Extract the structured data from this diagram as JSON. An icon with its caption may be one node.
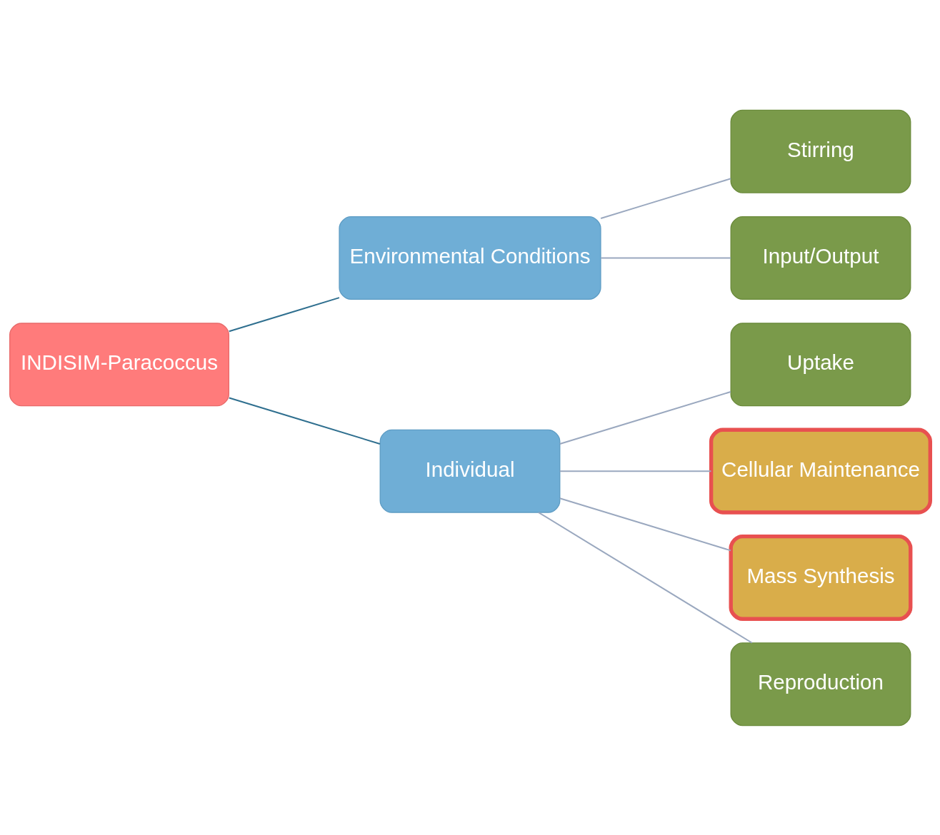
{
  "diagram": {
    "nodes": [
      {
        "text": [
          "INDISIM-Paracoccus"
        ]
      },
      {
        "text": [
          "Environmental Conditions"
        ]
      },
      {
        "text": [
          "Individual"
        ]
      },
      {
        "text": [
          "Stirring"
        ]
      },
      {
        "text": [
          "Input/Output"
        ]
      },
      {
        "text": [
          "Uptake"
        ]
      },
      {
        "text": [
          "Cellular Maintenance"
        ]
      },
      {
        "text": [
          "Mass Synthesis"
        ]
      },
      {
        "text": [
          "Reproduction"
        ]
      }
    ],
    "edges": [
      {
        "from": 0,
        "to": 1,
        "arrow": "none",
        "color": "#2f6f8f"
      },
      {
        "from": 0,
        "to": 2,
        "arrow": "none",
        "color": "#2f6f8f"
      },
      {
        "from": 1,
        "to": 3,
        "arrow": "none"
      },
      {
        "from": 1,
        "to": 4,
        "arrow": "none"
      },
      {
        "from": 2,
        "to": 5,
        "arrow": "none"
      },
      {
        "from": 2,
        "to": 6,
        "arrow": "none"
      },
      {
        "from": 2,
        "to": 7,
        "arrow": "none"
      },
      {
        "from": 2,
        "to": 8,
        "arrow": "none"
      }
    ]
  }
}
